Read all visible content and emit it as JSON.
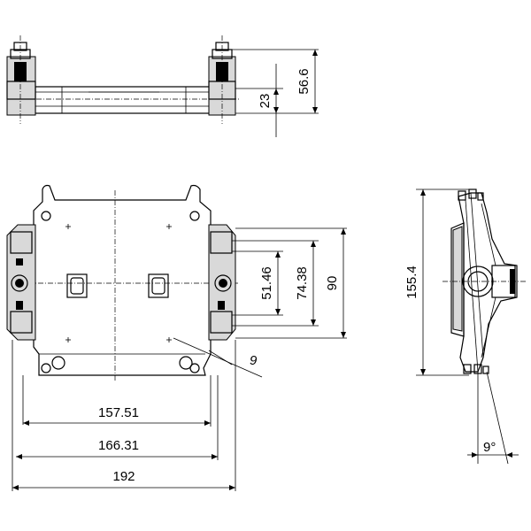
{
  "dimensions": {
    "top_overall_height": "56.6",
    "top_base_height": "23",
    "front_inner_height": "51.46",
    "front_mid_height": "74.38",
    "front_outer_height": "90",
    "front_inner_width": "157.51",
    "front_mid_width": "166.31",
    "front_outer_width": "192",
    "front_angle": "9",
    "side_height": "155.4",
    "side_angle": "9°"
  }
}
